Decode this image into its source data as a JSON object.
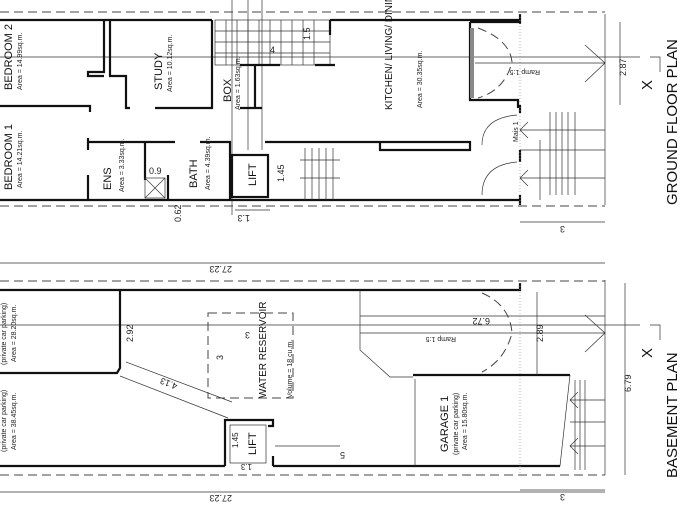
{
  "ground_floor": {
    "title": "GROUND FLOOR PLAN",
    "section_marker": "X",
    "rooms": [
      {
        "name": "BEDROOM 2",
        "area": "Area = 14.99sq.m."
      },
      {
        "name": "STUDY",
        "area": "Area = 10.12sq.m."
      },
      {
        "name": "BOX",
        "area": "Area = 1.63sq.m."
      },
      {
        "name": "BEDROOM 1",
        "area": "Area = 14.21sq.m."
      },
      {
        "name": "ENS",
        "area": "Area = 3.33sq.m."
      },
      {
        "name": "BATH",
        "area": "Area = 4.39sq.m."
      },
      {
        "name": "LIFT",
        "area": ""
      },
      {
        "name": "KITCHEN/ LIVING/ DINING",
        "area": "Area = 30.35sq.m."
      }
    ],
    "dimensions": {
      "stair_width": "1.5",
      "step": "4",
      "shower": "0.9",
      "lift_depth": "1.45",
      "lift_width": "1.3",
      "wall_offset": "0.62",
      "ramp_width": "2.87",
      "front_depth": "3"
    },
    "annotations": {
      "ramp": "Ramp 1:5",
      "step_label": "Mais 1"
    }
  },
  "basement": {
    "title": "BASEMENT PLAN",
    "section_marker": "X",
    "rooms": [
      {
        "name": "",
        "use": "(private car parking)",
        "area": "Area = 28.20sq.m."
      },
      {
        "name": "",
        "use": "(private car parking)",
        "area": "Area = 38.45sq.m."
      },
      {
        "name": "WATER RESERVOIR",
        "area": "Volume = 18 cu.m."
      },
      {
        "name": "LIFT",
        "area": ""
      },
      {
        "name": "GARAGE 1",
        "use": "(private car parking)",
        "area": "Area = 15.80sq.m."
      }
    ],
    "dimensions": {
      "length_top": "27.23",
      "length_bottom": "27.23",
      "width_left": "2.92",
      "diagonal": "4.13",
      "reservoir_w": "3",
      "reservoir_h": "3",
      "lift_depth": "1.45",
      "lift_width": "1.3",
      "ramp_len": "6.72",
      "ramp_width": "2.89",
      "overall_width": "6.79",
      "front_depth": "3",
      "garage_offset": "5"
    },
    "annotations": {
      "ramp": "Ramp 1:5"
    }
  }
}
